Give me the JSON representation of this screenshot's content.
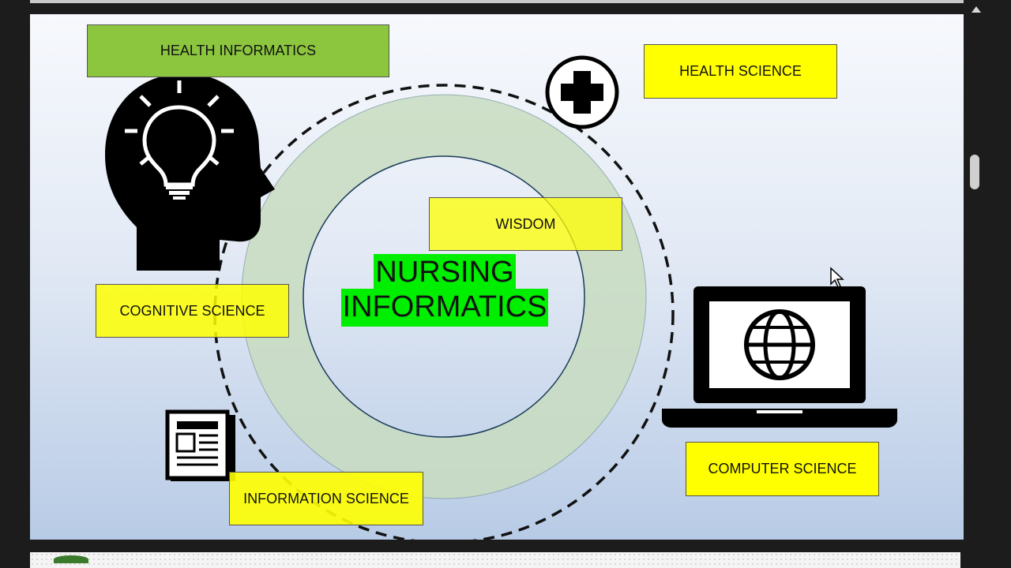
{
  "slide": {
    "labels": {
      "health_informatics": "HEALTH INFORMATICS",
      "health_science": "HEALTH SCIENCE",
      "wisdom": "WISDOM",
      "cognitive_science": "COGNITIVE SCIENCE",
      "information_science": "INFORMATION SCIENCE",
      "computer_science": "COMPUTER SCIENCE"
    },
    "center_title": {
      "line1": "NURSING",
      "line2": "INFORMATICS"
    }
  },
  "icons": [
    "head-lightbulb-icon",
    "medical-cross-icon",
    "laptop-globe-icon",
    "newspaper-icon",
    "cursor-icon"
  ],
  "colors": {
    "label_yellow": "#ffff00",
    "label_green": "#8cc63f",
    "title_highlight": "#00ee00"
  }
}
